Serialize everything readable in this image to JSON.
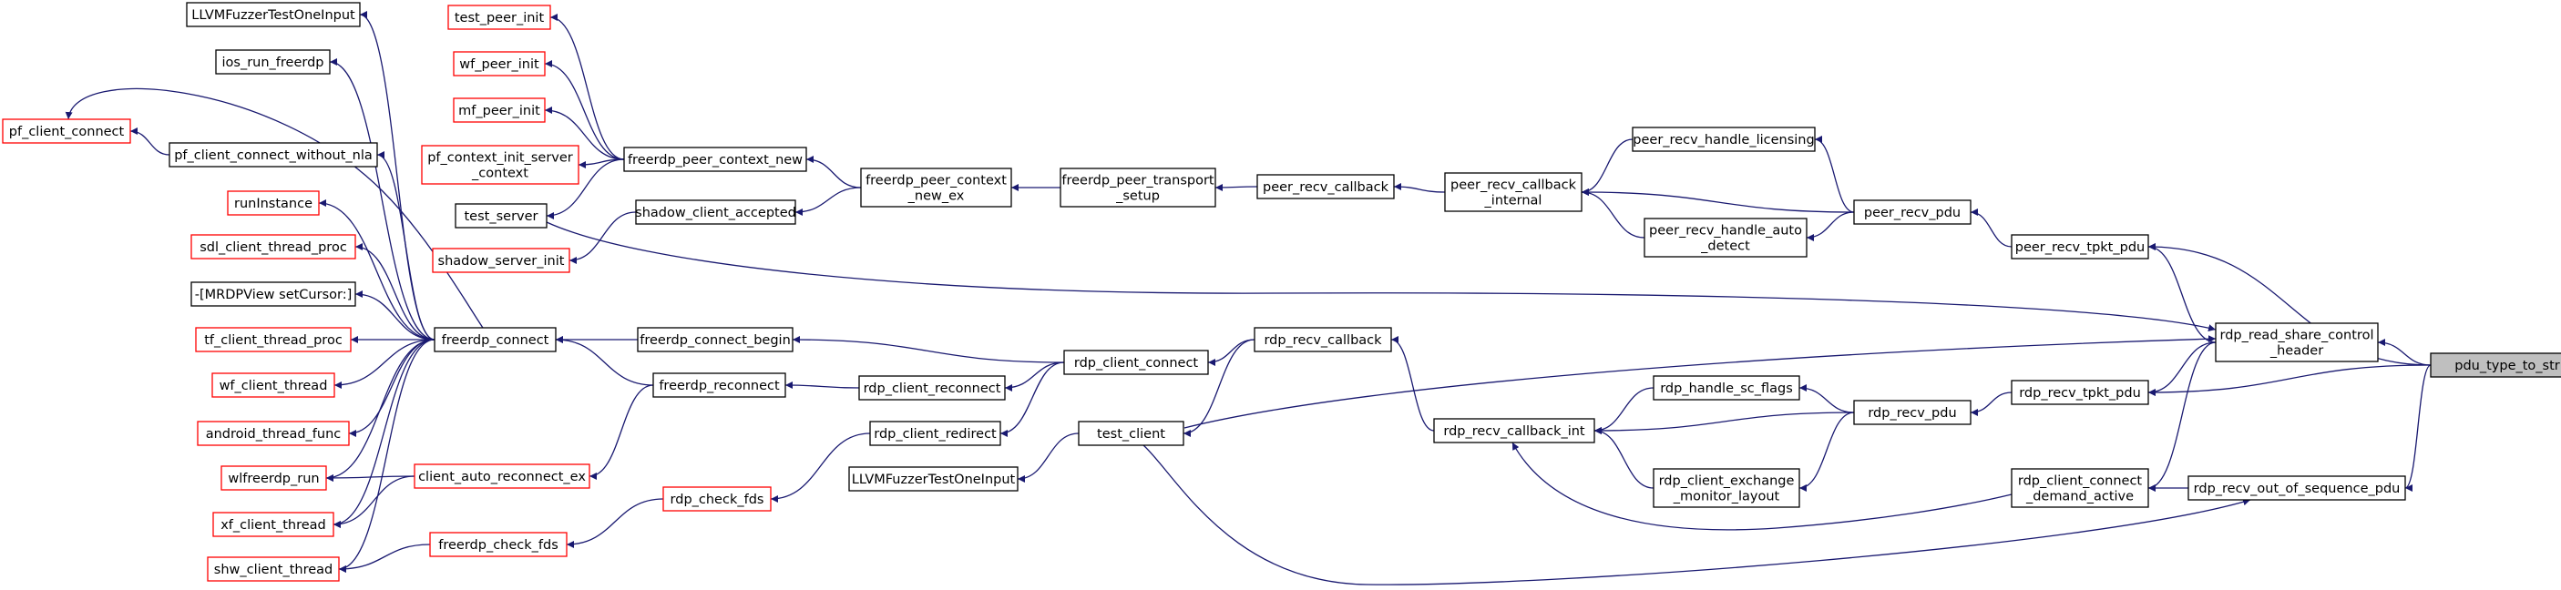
{
  "graph": {
    "nodes": [
      {
        "id": "pdu_type_to_str",
        "lines": [
          "pdu_type_to_str"
        ],
        "style": "focus"
      },
      {
        "id": "peer_recv_tpkt_pdu",
        "lines": [
          "peer_recv_tpkt_pdu"
        ],
        "style": "normal"
      },
      {
        "id": "rdp_read_share_control_header",
        "lines": [
          "rdp_read_share_control",
          "_header"
        ],
        "style": "normal"
      },
      {
        "id": "rdp_recv_tpkt_pdu",
        "lines": [
          "rdp_recv_tpkt_pdu"
        ],
        "style": "normal"
      },
      {
        "id": "rdp_recv_out_of_sequence_pdu",
        "lines": [
          "rdp_recv_out_of_sequence_pdu"
        ],
        "style": "normal"
      },
      {
        "id": "rdp_client_connect_demand_active",
        "lines": [
          "rdp_client_connect",
          "_demand_active"
        ],
        "style": "normal"
      },
      {
        "id": "peer_recv_pdu",
        "lines": [
          "peer_recv_pdu"
        ],
        "style": "normal"
      },
      {
        "id": "rdp_recv_pdu",
        "lines": [
          "rdp_recv_pdu"
        ],
        "style": "normal"
      },
      {
        "id": "peer_recv_handle_licensing",
        "lines": [
          "peer_recv_handle_licensing"
        ],
        "style": "normal"
      },
      {
        "id": "peer_recv_handle_auto_detect",
        "lines": [
          "peer_recv_handle_auto",
          "_detect"
        ],
        "style": "normal"
      },
      {
        "id": "rdp_handle_sc_flags",
        "lines": [
          "rdp_handle_sc_flags"
        ],
        "style": "normal"
      },
      {
        "id": "rdp_client_exchange_monitor_layout",
        "lines": [
          "rdp_client_exchange",
          "_monitor_layout"
        ],
        "style": "normal"
      },
      {
        "id": "peer_recv_callback_internal",
        "lines": [
          "peer_recv_callback",
          "_internal"
        ],
        "style": "normal"
      },
      {
        "id": "rdp_recv_callback_int",
        "lines": [
          "rdp_recv_callback_int"
        ],
        "style": "normal"
      },
      {
        "id": "peer_recv_callback",
        "lines": [
          "peer_recv_callback"
        ],
        "style": "normal"
      },
      {
        "id": "rdp_recv_callback",
        "lines": [
          "rdp_recv_callback"
        ],
        "style": "normal"
      },
      {
        "id": "freerdp_peer_transport_setup",
        "lines": [
          "freerdp_peer_transport",
          "_setup"
        ],
        "style": "normal"
      },
      {
        "id": "freerdp_peer_context_new_ex",
        "lines": [
          "freerdp_peer_context",
          "_new_ex"
        ],
        "style": "normal"
      },
      {
        "id": "rdp_client_connect",
        "lines": [
          "rdp_client_connect"
        ],
        "style": "normal"
      },
      {
        "id": "test_client",
        "lines": [
          "test_client"
        ],
        "style": "normal"
      },
      {
        "id": "llvm_fuzzer_2",
        "lines": [
          "LLVMFuzzerTestOneInput"
        ],
        "style": "normal"
      },
      {
        "id": "rdp_client_reconnect",
        "lines": [
          "rdp_client_reconnect"
        ],
        "style": "normal"
      },
      {
        "id": "rdp_client_redirect",
        "lines": [
          "rdp_client_redirect"
        ],
        "style": "normal"
      },
      {
        "id": "rdp_check_fds",
        "lines": [
          "rdp_check_fds"
        ],
        "style": "red"
      },
      {
        "id": "freerdp_peer_context_new",
        "lines": [
          "freerdp_peer_context_new"
        ],
        "style": "normal"
      },
      {
        "id": "shadow_client_accepted",
        "lines": [
          "shadow_client_accepted"
        ],
        "style": "normal"
      },
      {
        "id": "freerdp_connect_begin",
        "lines": [
          "freerdp_connect_begin"
        ],
        "style": "normal"
      },
      {
        "id": "freerdp_reconnect",
        "lines": [
          "freerdp_reconnect"
        ],
        "style": "normal"
      },
      {
        "id": "client_auto_reconnect_ex",
        "lines": [
          "client_auto_reconnect_ex"
        ],
        "style": "red"
      },
      {
        "id": "freerdp_check_fds",
        "lines": [
          "freerdp_check_fds"
        ],
        "style": "red"
      },
      {
        "id": "test_peer_init",
        "lines": [
          "test_peer_init"
        ],
        "style": "red"
      },
      {
        "id": "wf_peer_init",
        "lines": [
          "wf_peer_init"
        ],
        "style": "red"
      },
      {
        "id": "mf_peer_init",
        "lines": [
          "mf_peer_init"
        ],
        "style": "red"
      },
      {
        "id": "pf_context_init_server_context",
        "lines": [
          "pf_context_init_server",
          "_context"
        ],
        "style": "red"
      },
      {
        "id": "test_server",
        "lines": [
          "test_server"
        ],
        "style": "normal"
      },
      {
        "id": "shadow_server_init",
        "lines": [
          "shadow_server_init"
        ],
        "style": "red"
      },
      {
        "id": "freerdp_connect",
        "lines": [
          "freerdp_connect"
        ],
        "style": "normal"
      },
      {
        "id": "llvm_fuzzer_1",
        "lines": [
          "LLVMFuzzerTestOneInput"
        ],
        "style": "normal"
      },
      {
        "id": "ios_run_freerdp",
        "lines": [
          "ios_run_freerdp"
        ],
        "style": "normal"
      },
      {
        "id": "pf_client_connect",
        "lines": [
          "pf_client_connect"
        ],
        "style": "red"
      },
      {
        "id": "pf_client_connect_without_nla",
        "lines": [
          "pf_client_connect_without_nla"
        ],
        "style": "normal"
      },
      {
        "id": "runInstance",
        "lines": [
          "runInstance"
        ],
        "style": "red"
      },
      {
        "id": "sdl_client_thread_proc",
        "lines": [
          "sdl_client_thread_proc"
        ],
        "style": "red"
      },
      {
        "id": "mrdpview_setcursor",
        "lines": [
          "-[MRDPView setCursor:]"
        ],
        "style": "normal"
      },
      {
        "id": "tf_client_thread_proc",
        "lines": [
          "tf_client_thread_proc"
        ],
        "style": "red"
      },
      {
        "id": "wf_client_thread",
        "lines": [
          "wf_client_thread"
        ],
        "style": "red"
      },
      {
        "id": "android_thread_func",
        "lines": [
          "android_thread_func"
        ],
        "style": "red"
      },
      {
        "id": "wlfreerdp_run",
        "lines": [
          "wlfreerdp_run"
        ],
        "style": "red"
      },
      {
        "id": "xf_client_thread",
        "lines": [
          "xf_client_thread"
        ],
        "style": "red"
      },
      {
        "id": "shw_client_thread",
        "lines": [
          "shw_client_thread"
        ],
        "style": "red"
      }
    ],
    "edges": [
      {
        "from": "peer_recv_tpkt_pdu",
        "to": "pdu_type_to_str"
      },
      {
        "from": "rdp_read_share_control_header",
        "to": "pdu_type_to_str"
      },
      {
        "from": "rdp_recv_tpkt_pdu",
        "to": "pdu_type_to_str"
      },
      {
        "from": "rdp_recv_out_of_sequence_pdu",
        "to": "pdu_type_to_str"
      },
      {
        "from": "peer_recv_pdu",
        "to": "peer_recv_tpkt_pdu"
      },
      {
        "from": "rdp_recv_pdu",
        "to": "rdp_recv_tpkt_pdu"
      },
      {
        "from": "rdp_client_connect_demand_active",
        "to": "rdp_recv_out_of_sequence_pdu"
      },
      {
        "from": "peer_recv_tpkt_pdu",
        "to": "rdp_read_share_control_header"
      },
      {
        "from": "rdp_recv_tpkt_pdu",
        "to": "rdp_read_share_control_header"
      },
      {
        "from": "rdp_client_connect_demand_active",
        "to": "rdp_read_share_control_header"
      },
      {
        "from": "rdp_recv_out_of_sequence_pdu",
        "to": "test_client"
      },
      {
        "from": "rdp_read_share_control_header",
        "to": "test_client"
      },
      {
        "from": "rdp_read_share_control_header",
        "to": "test_server"
      },
      {
        "from": "peer_recv_handle_licensing",
        "to": "peer_recv_pdu"
      },
      {
        "from": "peer_recv_handle_auto_detect",
        "to": "peer_recv_pdu"
      },
      {
        "from": "peer_recv_callback_internal",
        "to": "peer_recv_pdu"
      },
      {
        "from": "rdp_handle_sc_flags",
        "to": "rdp_recv_pdu"
      },
      {
        "from": "rdp_client_exchange_monitor_layout",
        "to": "rdp_recv_pdu"
      },
      {
        "from": "rdp_recv_callback_int",
        "to": "rdp_recv_pdu"
      },
      {
        "from": "peer_recv_callback_internal",
        "to": "peer_recv_handle_licensing"
      },
      {
        "from": "peer_recv_callback_internal",
        "to": "peer_recv_handle_auto_detect"
      },
      {
        "from": "rdp_recv_callback_int",
        "to": "rdp_handle_sc_flags"
      },
      {
        "from": "rdp_recv_callback_int",
        "to": "rdp_client_exchange_monitor_layout"
      },
      {
        "from": "rdp_recv_callback_int",
        "to": "rdp_client_connect_demand_active"
      },
      {
        "from": "peer_recv_callback",
        "to": "peer_recv_callback_internal"
      },
      {
        "from": "rdp_recv_callback",
        "to": "rdp_recv_callback_int"
      },
      {
        "from": "freerdp_peer_transport_setup",
        "to": "peer_recv_callback"
      },
      {
        "from": "rdp_client_connect",
        "to": "rdp_recv_callback"
      },
      {
        "from": "test_client",
        "to": "rdp_recv_callback"
      },
      {
        "from": "freerdp_peer_context_new_ex",
        "to": "freerdp_peer_transport_setup"
      },
      {
        "from": "freerdp_peer_context_new",
        "to": "freerdp_peer_context_new_ex"
      },
      {
        "from": "shadow_client_accepted",
        "to": "freerdp_peer_context_new_ex"
      },
      {
        "from": "freerdp_connect_begin",
        "to": "rdp_client_connect"
      },
      {
        "from": "rdp_client_reconnect",
        "to": "rdp_client_connect"
      },
      {
        "from": "rdp_client_redirect",
        "to": "rdp_client_connect"
      },
      {
        "from": "llvm_fuzzer_2",
        "to": "test_client"
      },
      {
        "from": "freerdp_reconnect",
        "to": "rdp_client_reconnect"
      },
      {
        "from": "rdp_check_fds",
        "to": "rdp_client_redirect"
      },
      {
        "from": "freerdp_check_fds",
        "to": "rdp_check_fds"
      },
      {
        "from": "test_peer_init",
        "to": "freerdp_peer_context_new"
      },
      {
        "from": "wf_peer_init",
        "to": "freerdp_peer_context_new"
      },
      {
        "from": "mf_peer_init",
        "to": "freerdp_peer_context_new"
      },
      {
        "from": "pf_context_init_server_context",
        "to": "freerdp_peer_context_new"
      },
      {
        "from": "test_server",
        "to": "freerdp_peer_context_new"
      },
      {
        "from": "shadow_server_init",
        "to": "shadow_client_accepted"
      },
      {
        "from": "freerdp_connect",
        "to": "freerdp_connect_begin"
      },
      {
        "from": "freerdp_connect",
        "to": "freerdp_reconnect"
      },
      {
        "from": "client_auto_reconnect_ex",
        "to": "freerdp_reconnect"
      },
      {
        "from": "shw_client_thread",
        "to": "freerdp_check_fds"
      },
      {
        "from": "llvm_fuzzer_1",
        "to": "freerdp_connect"
      },
      {
        "from": "ios_run_freerdp",
        "to": "freerdp_connect"
      },
      {
        "from": "pf_client_connect",
        "to": "freerdp_connect"
      },
      {
        "from": "pf_client_connect_without_nla",
        "to": "freerdp_connect"
      },
      {
        "from": "runInstance",
        "to": "freerdp_connect"
      },
      {
        "from": "sdl_client_thread_proc",
        "to": "freerdp_connect"
      },
      {
        "from": "mrdpview_setcursor",
        "to": "freerdp_connect"
      },
      {
        "from": "tf_client_thread_proc",
        "to": "freerdp_connect"
      },
      {
        "from": "wf_client_thread",
        "to": "freerdp_connect"
      },
      {
        "from": "android_thread_func",
        "to": "freerdp_connect"
      },
      {
        "from": "wlfreerdp_run",
        "to": "freerdp_connect"
      },
      {
        "from": "xf_client_thread",
        "to": "freerdp_connect"
      },
      {
        "from": "shw_client_thread",
        "to": "freerdp_connect"
      },
      {
        "from": "pf_client_connect",
        "to": "pf_client_connect_without_nla"
      },
      {
        "from": "wlfreerdp_run",
        "to": "client_auto_reconnect_ex"
      },
      {
        "from": "xf_client_thread",
        "to": "client_auto_reconnect_ex"
      }
    ]
  },
  "colors": {
    "edge": "#191970",
    "normal_border": "#000000",
    "red_border": "#ff0000",
    "focus_fill": "#bfbfbf",
    "node_fill": "#ffffff"
  }
}
